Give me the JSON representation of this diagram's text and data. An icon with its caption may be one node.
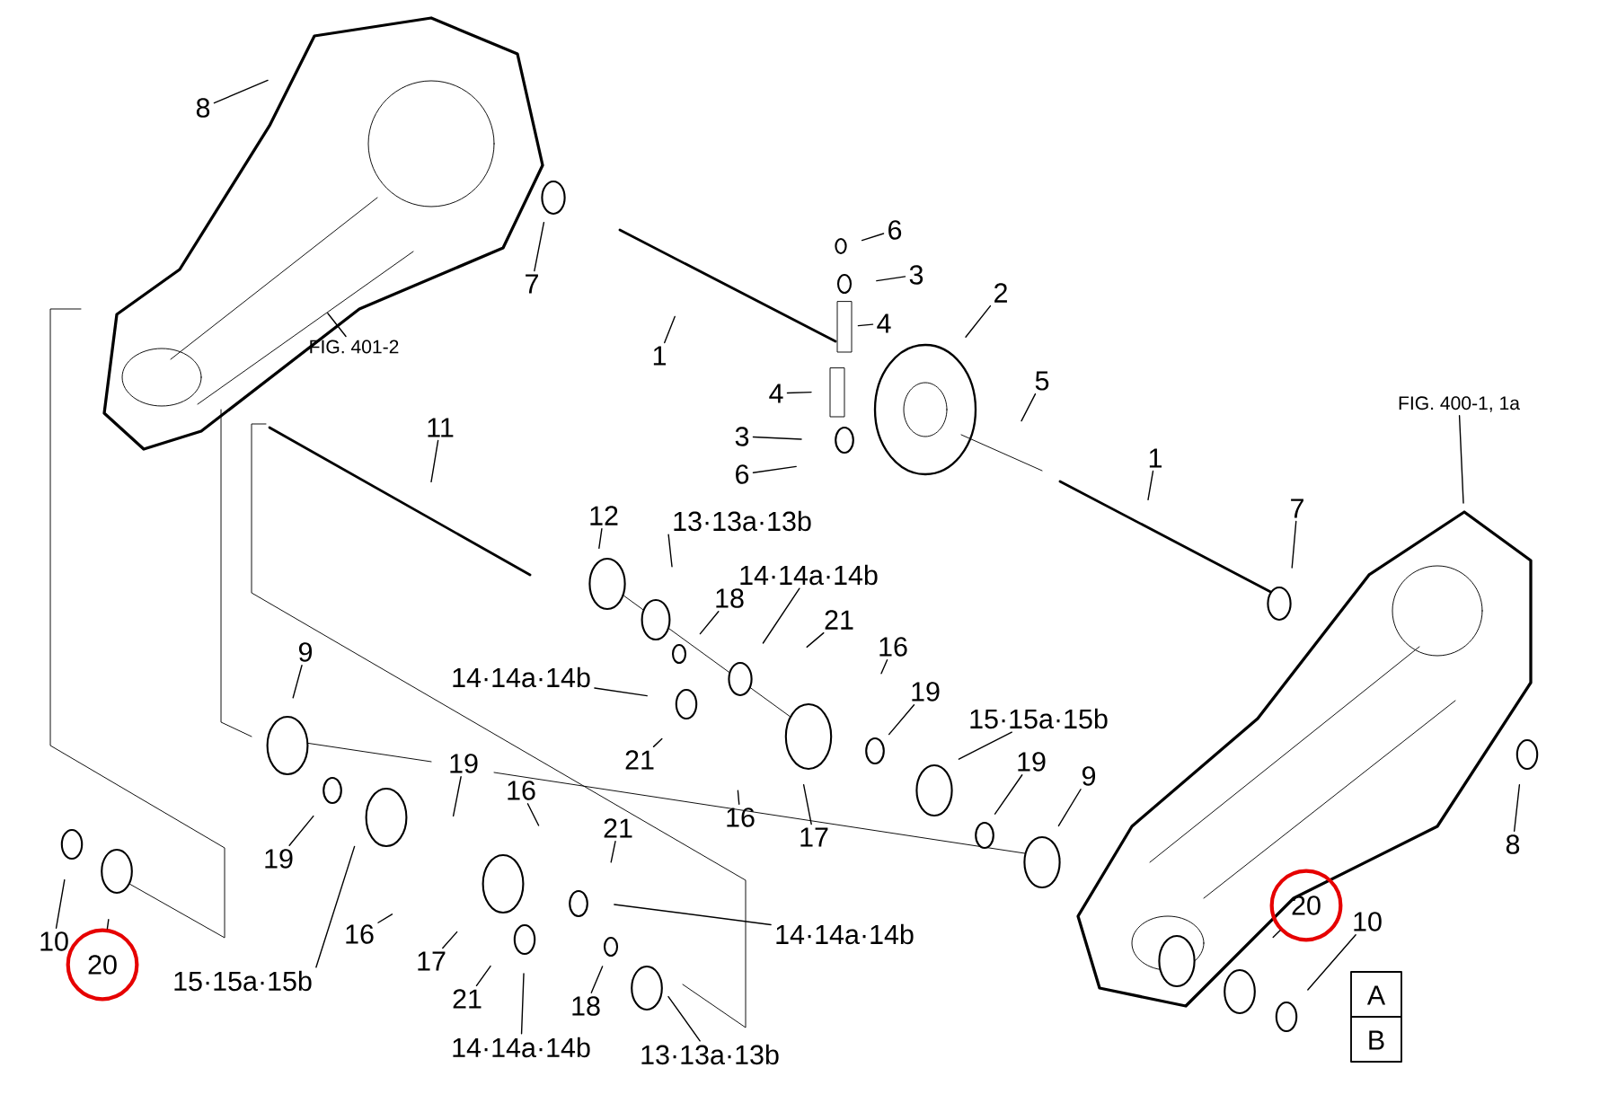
{
  "diagram": {
    "nodes": [
      {
        "text": [
          "8"
        ]
      },
      {
        "text": [
          "7"
        ]
      },
      {
        "text": [
          "1"
        ]
      },
      {
        "text": [
          "FIG. 401-2"
        ]
      },
      {
        "text": [
          "6"
        ]
      },
      {
        "text": [
          "3"
        ]
      },
      {
        "text": [
          "4"
        ]
      },
      {
        "text": [
          "2"
        ]
      },
      {
        "text": [
          "4"
        ]
      },
      {
        "text": [
          "3"
        ]
      },
      {
        "text": [
          "6"
        ]
      },
      {
        "text": [
          "5"
        ]
      },
      {
        "text": [
          "1"
        ]
      },
      {
        "text": [
          "FIG. 400-1, 1a"
        ]
      },
      {
        "text": [
          "7"
        ]
      },
      {
        "text": [
          "11"
        ]
      },
      {
        "text": [
          "12"
        ]
      },
      {
        "text": [
          "13·13a·13b"
        ]
      },
      {
        "text": [
          "18"
        ]
      },
      {
        "text": [
          "14·14a·14b"
        ]
      },
      {
        "text": [
          "21"
        ]
      },
      {
        "text": [
          "16"
        ]
      },
      {
        "text": [
          "14·14a·14b"
        ]
      },
      {
        "text": [
          "19"
        ]
      },
      {
        "text": [
          "15·15a·15b"
        ]
      },
      {
        "text": [
          "9"
        ]
      },
      {
        "text": [
          "21"
        ]
      },
      {
        "text": [
          "16"
        ]
      },
      {
        "text": [
          "17"
        ]
      },
      {
        "text": [
          "19"
        ]
      },
      {
        "text": [
          "9"
        ]
      },
      {
        "text": [
          "8"
        ]
      },
      {
        "text": [
          "19"
        ]
      },
      {
        "text": [
          "19"
        ]
      },
      {
        "text": [
          "16"
        ]
      },
      {
        "text": [
          "21"
        ]
      },
      {
        "text": [
          "20"
        ]
      },
      {
        "text": [
          "10"
        ]
      },
      {
        "text": [
          "10"
        ]
      },
      {
        "text": [
          "20"
        ]
      },
      {
        "text": [
          "15·15a·15b"
        ]
      },
      {
        "text": [
          "16"
        ]
      },
      {
        "text": [
          "17"
        ]
      },
      {
        "text": [
          "14·14a·14b"
        ]
      },
      {
        "text": [
          "21"
        ]
      },
      {
        "text": [
          "18"
        ]
      },
      {
        "text": [
          "14·14a·14b"
        ]
      },
      {
        "text": [
          "13·13a·13b"
        ]
      }
    ],
    "edges": [
      {
        "from": 0,
        "to": null,
        "arrow": "none"
      },
      {
        "from": 1,
        "to": null,
        "arrow": "none"
      },
      {
        "from": 2,
        "to": null,
        "arrow": "none"
      },
      {
        "from": 3,
        "to": null,
        "arrow": "none"
      },
      {
        "from": 4,
        "to": null,
        "arrow": "none"
      },
      {
        "from": 5,
        "to": null,
        "arrow": "none"
      },
      {
        "from": 6,
        "to": null,
        "arrow": "none"
      },
      {
        "from": 7,
        "to": null,
        "arrow": "none"
      },
      {
        "from": 8,
        "to": null,
        "arrow": "none"
      },
      {
        "from": 9,
        "to": null,
        "arrow": "none"
      },
      {
        "from": 10,
        "to": null,
        "arrow": "none"
      },
      {
        "from": 11,
        "to": null,
        "arrow": "none"
      },
      {
        "from": 12,
        "to": null,
        "arrow": "none"
      },
      {
        "from": 13,
        "to": null,
        "arrow": "none"
      },
      {
        "from": 14,
        "to": null,
        "arrow": "none"
      },
      {
        "from": 15,
        "to": null,
        "arrow": "none"
      },
      {
        "from": 16,
        "to": null,
        "arrow": "none"
      },
      {
        "from": 17,
        "to": null,
        "arrow": "none"
      },
      {
        "from": 18,
        "to": null,
        "arrow": "none"
      },
      {
        "from": 19,
        "to": null,
        "arrow": "none"
      },
      {
        "from": 20,
        "to": null,
        "arrow": "none"
      },
      {
        "from": 21,
        "to": null,
        "arrow": "none"
      },
      {
        "from": 22,
        "to": null,
        "arrow": "none"
      },
      {
        "from": 23,
        "to": null,
        "arrow": "none"
      },
      {
        "from": 24,
        "to": null,
        "arrow": "none"
      },
      {
        "from": 25,
        "to": null,
        "arrow": "none"
      },
      {
        "from": 26,
        "to": null,
        "arrow": "none"
      },
      {
        "from": 27,
        "to": null,
        "arrow": "none"
      },
      {
        "from": 28,
        "to": null,
        "arrow": "none"
      },
      {
        "from": 29,
        "to": null,
        "arrow": "none"
      },
      {
        "from": 30,
        "to": null,
        "arrow": "none"
      },
      {
        "from": 31,
        "to": null,
        "arrow": "none"
      },
      {
        "from": 32,
        "to": null,
        "arrow": "none"
      },
      {
        "from": 33,
        "to": null,
        "arrow": "none"
      },
      {
        "from": 34,
        "to": null,
        "arrow": "none"
      },
      {
        "from": 35,
        "to": null,
        "arrow": "none"
      },
      {
        "from": 36,
        "to": null,
        "arrow": "none"
      },
      {
        "from": 37,
        "to": null,
        "arrow": "none"
      },
      {
        "from": 38,
        "to": null,
        "arrow": "none"
      },
      {
        "from": 39,
        "to": null,
        "arrow": "none"
      },
      {
        "from": 40,
        "to": null,
        "arrow": "none"
      },
      {
        "from": 41,
        "to": null,
        "arrow": "none"
      },
      {
        "from": 42,
        "to": null,
        "arrow": "none"
      },
      {
        "from": 43,
        "to": null,
        "arrow": "none"
      },
      {
        "from": 44,
        "to": null,
        "arrow": "none"
      },
      {
        "from": 45,
        "to": null,
        "arrow": "none"
      },
      {
        "from": 46,
        "to": null,
        "arrow": "none"
      },
      {
        "from": 47,
        "to": null,
        "arrow": "none"
      }
    ],
    "labels": [
      "A",
      "B"
    ]
  }
}
